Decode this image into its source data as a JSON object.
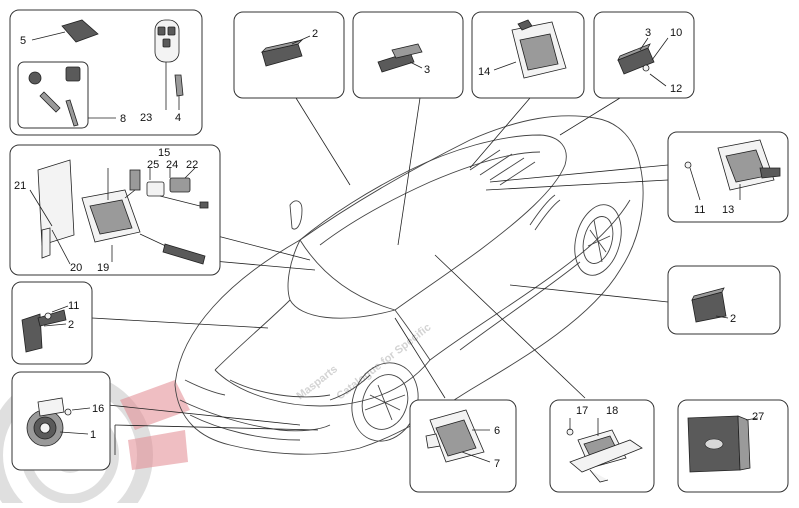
{
  "watermark": {
    "brand": "Masparts",
    "tagline": "Catalogue for Specific"
  },
  "callouts": [
    {
      "id": "c5",
      "text": "5"
    },
    {
      "id": "c8",
      "text": "8"
    },
    {
      "id": "c23",
      "text": "23"
    },
    {
      "id": "c4",
      "text": "4"
    },
    {
      "id": "c15",
      "text": "15"
    },
    {
      "id": "c25",
      "text": "25"
    },
    {
      "id": "c24",
      "text": "24"
    },
    {
      "id": "c22",
      "text": "22"
    },
    {
      "id": "c21",
      "text": "21"
    },
    {
      "id": "c20",
      "text": "20"
    },
    {
      "id": "c19",
      "text": "19"
    },
    {
      "id": "c11a",
      "text": "11"
    },
    {
      "id": "c2a",
      "text": "2"
    },
    {
      "id": "c16",
      "text": "16"
    },
    {
      "id": "c1",
      "text": "1"
    },
    {
      "id": "c2b",
      "text": "2"
    },
    {
      "id": "c3a",
      "text": "3"
    },
    {
      "id": "c14",
      "text": "14"
    },
    {
      "id": "c3b",
      "text": "3"
    },
    {
      "id": "c10",
      "text": "10"
    },
    {
      "id": "c12",
      "text": "12"
    },
    {
      "id": "c11b",
      "text": "11"
    },
    {
      "id": "c13",
      "text": "13"
    },
    {
      "id": "c2c",
      "text": "2"
    },
    {
      "id": "c6",
      "text": "6"
    },
    {
      "id": "c7",
      "text": "7"
    },
    {
      "id": "c17",
      "text": "17"
    },
    {
      "id": "c18",
      "text": "18"
    },
    {
      "id": "c27",
      "text": "27"
    }
  ]
}
